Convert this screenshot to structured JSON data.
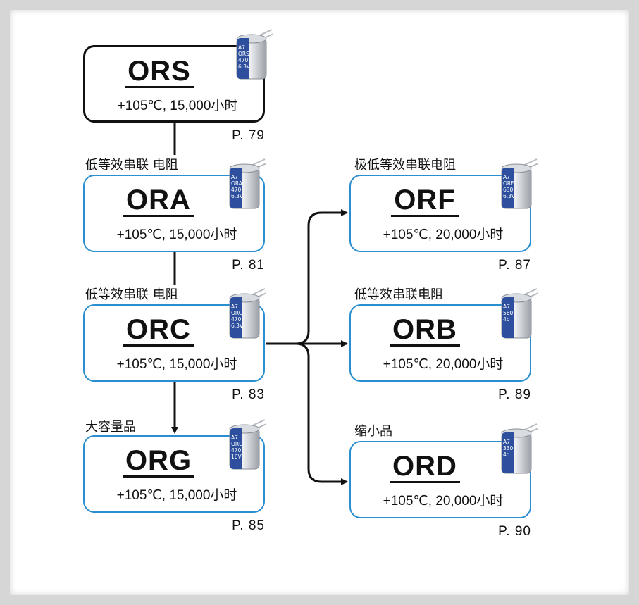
{
  "nodes": {
    "ors": {
      "title": "ORS",
      "spec": "+105℃, 15,000小时",
      "page": "P. 79",
      "cap_lines": [
        "A7",
        "ORS",
        "470",
        "6.3V"
      ]
    },
    "ora": {
      "title": "ORA",
      "spec": "+105℃, 15,000小时",
      "page": "P. 81",
      "tag": "低等效串联 电阻",
      "cap_lines": [
        "A7",
        "ORA",
        "470",
        "6.3V"
      ]
    },
    "orc": {
      "title": "ORC",
      "spec": "+105℃, 15,000小时",
      "page": "P. 83",
      "tag": "低等效串联 电阻",
      "cap_lines": [
        "A7",
        "ORC",
        "470",
        "6.3V"
      ]
    },
    "org": {
      "title": "ORG",
      "spec": "+105℃, 15,000小时",
      "page": "P. 85",
      "tag": "大容量品",
      "cap_lines": [
        "A7",
        "ORG",
        "470",
        "16V"
      ]
    },
    "orf": {
      "title": "ORF",
      "spec": "+105℃, 20,000小时",
      "page": "P. 87",
      "tag": "极低等效串联电阻",
      "cap_lines": [
        "A7",
        "ORF",
        "630",
        "6.3V"
      ]
    },
    "orb": {
      "title": "ORB",
      "spec": "+105℃, 20,000小时",
      "page": "P. 89",
      "tag": "低等效串联电阻",
      "cap_lines": [
        "A7",
        "560",
        "4b"
      ]
    },
    "ord": {
      "title": "ORD",
      "spec": "+105℃, 20,000小时",
      "page": "P. 90",
      "tag": "缩小品",
      "cap_lines": [
        "A7",
        "330",
        "4d"
      ]
    }
  },
  "colors": {
    "box_border": "#2a8fd0",
    "first_border": "#111111",
    "cap_sleeve": "#2d4f9e",
    "cap_body": "#c9ccd2",
    "arrow": "#111111"
  }
}
